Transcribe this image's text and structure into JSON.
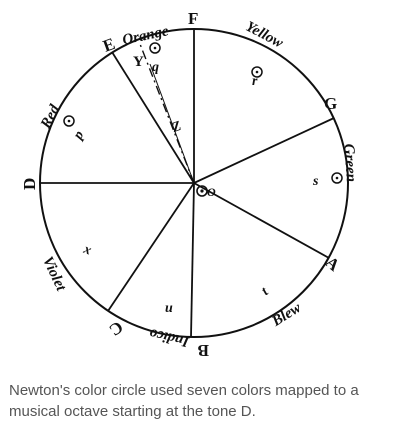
{
  "figure": {
    "tones": [
      {
        "letter": "D",
        "deg": 180
      },
      {
        "letter": "E",
        "deg": 238
      },
      {
        "letter": "F",
        "deg": 270
      },
      {
        "letter": "G",
        "deg": 335
      },
      {
        "letter": "A",
        "deg": 29
      },
      {
        "letter": "B",
        "deg": 91
      },
      {
        "letter": "C",
        "deg": 124
      }
    ],
    "colors": [
      {
        "name": "Red",
        "deg": 209,
        "rot": -63
      },
      {
        "name": "Orange",
        "deg": 254,
        "rot": -12
      },
      {
        "name": "Yellow",
        "deg": 303,
        "rot": 28
      },
      {
        "name": "Green",
        "deg": 2,
        "rot": 86
      },
      {
        "name": "Blew",
        "deg": 60,
        "rot": -30
      },
      {
        "name": "Indico",
        "deg": 107,
        "rot": 16
      },
      {
        "name": "Violet",
        "deg": 151,
        "rot": 65
      }
    ],
    "points": [
      {
        "label": "p",
        "mark": true
      },
      {
        "label": "q",
        "mark": true
      },
      {
        "label": "r",
        "mark": true
      },
      {
        "label": "s",
        "mark": true
      },
      {
        "label": "t",
        "mark": false
      },
      {
        "label": "u",
        "mark": false
      },
      {
        "label": "x",
        "mark": false
      }
    ],
    "inner_labels": [
      "Y",
      "Z",
      "O"
    ]
  },
  "caption": "Newton's color circle used seven colors mapped to a musical octave starting at the tone D."
}
